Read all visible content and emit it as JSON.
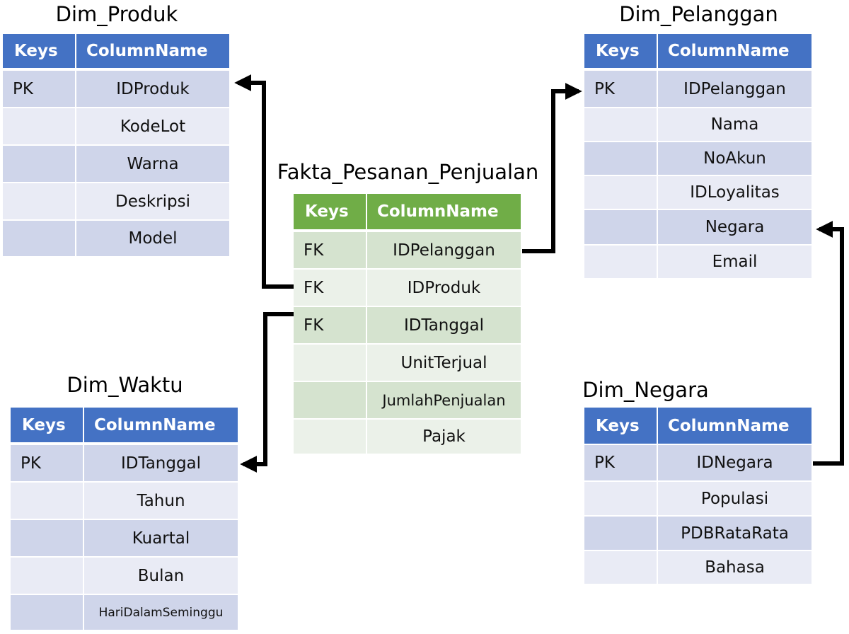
{
  "headers": {
    "keys": "Keys",
    "column": "ColumnName"
  },
  "tables": {
    "produk": {
      "title": "Dim_Produk",
      "rows": [
        {
          "key": "PK",
          "col": "IDProduk"
        },
        {
          "key": "",
          "col": "KodeLot"
        },
        {
          "key": "",
          "col": "Warna"
        },
        {
          "key": "",
          "col": "Deskripsi"
        },
        {
          "key": "",
          "col": "Model"
        }
      ]
    },
    "pelanggan": {
      "title": "Dim_Pelanggan",
      "rows": [
        {
          "key": "PK",
          "col": "IDPelanggan"
        },
        {
          "key": "",
          "col": "Nama"
        },
        {
          "key": "",
          "col": "NoAkun"
        },
        {
          "key": "",
          "col": "IDLoyalitas"
        },
        {
          "key": "",
          "col": "Negara"
        },
        {
          "key": "",
          "col": "Email"
        }
      ]
    },
    "fakta": {
      "title": "Fakta_Pesanan_Penjualan",
      "rows": [
        {
          "key": "FK",
          "col": "IDPelanggan"
        },
        {
          "key": "FK",
          "col": "IDProduk"
        },
        {
          "key": "FK",
          "col": "IDTanggal"
        },
        {
          "key": "",
          "col": "UnitTerjual"
        },
        {
          "key": "",
          "col": "JumlahPenjualan"
        },
        {
          "key": "",
          "col": "Pajak"
        }
      ]
    },
    "waktu": {
      "title": "Dim_Waktu",
      "rows": [
        {
          "key": "PK",
          "col": "IDTanggal"
        },
        {
          "key": "",
          "col": "Tahun"
        },
        {
          "key": "",
          "col": "Kuartal"
        },
        {
          "key": "",
          "col": "Bulan"
        },
        {
          "key": "",
          "col": "HariDalamSeminggu"
        }
      ]
    },
    "negara": {
      "title": "Dim_Negara",
      "rows": [
        {
          "key": "PK",
          "col": "IDNegara"
        },
        {
          "key": "",
          "col": "Populasi"
        },
        {
          "key": "",
          "col": "PDBRataRata"
        },
        {
          "key": "",
          "col": "Bahasa"
        }
      ]
    }
  },
  "colors": {
    "dimension_header": "#4472c4",
    "fact_header": "#70ad47",
    "connector": "#000000"
  }
}
